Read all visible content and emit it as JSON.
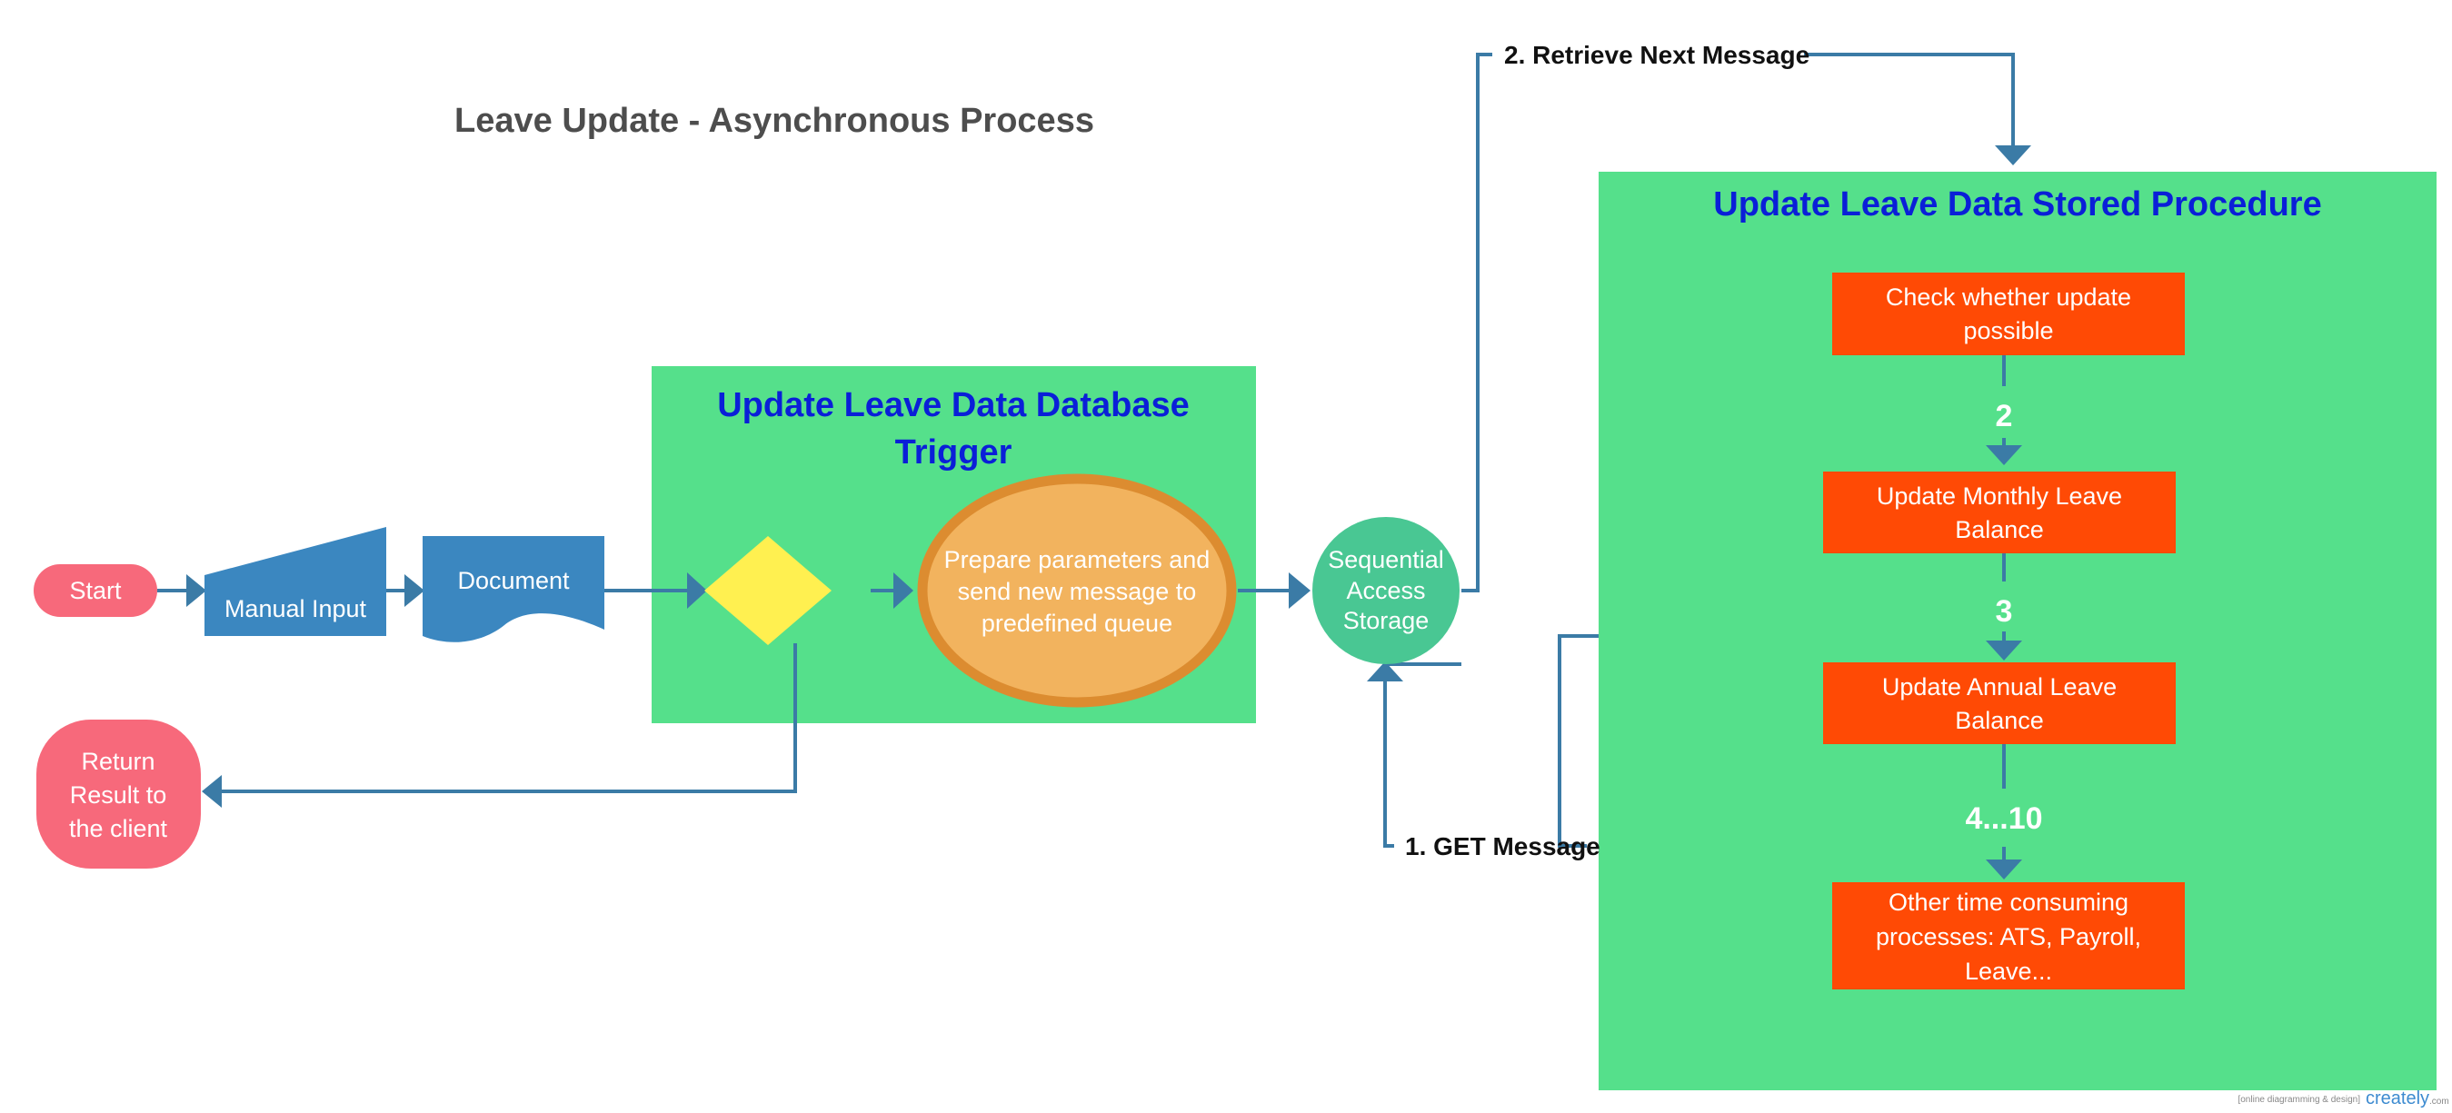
{
  "title": "Leave Update - Asynchronous Process",
  "groups": {
    "trigger": {
      "title_line1": "Update Leave Data Database",
      "title_line2": "Trigger"
    },
    "procedure": {
      "title": "Update Leave Data Stored Procedure"
    }
  },
  "nodes": {
    "start": "Start",
    "manual_input": "Manual Input",
    "document": "Document",
    "prepare": [
      "Prepare parameters and",
      "send new message  to",
      "predefined queue"
    ],
    "storage": [
      "Sequential",
      "Access",
      "Storage"
    ],
    "return_result": [
      "Return",
      "Result to",
      "the client"
    ],
    "check": [
      "Check whether update",
      "possible"
    ],
    "monthly": [
      "Update Monthly Leave",
      "Balance"
    ],
    "annual": [
      "Update Annual Leave",
      "Balance"
    ],
    "other": [
      "Other time consuming",
      "processes: ATS, Payroll,",
      "Leave..."
    ]
  },
  "steps": {
    "s2": "2",
    "s3": "3",
    "s4": "4...10"
  },
  "edges": {
    "retrieve": "2. Retrieve Next Message",
    "get": "1. GET Message"
  },
  "branding": {
    "tagline": "[online diagramming & design]",
    "name": "creately",
    "suffix": ".com"
  },
  "colors": {
    "group_green": "#55e08b",
    "process_orange": "#ff4a05",
    "terminal_pink": "#f7697b",
    "flow_blue": "#3b87c0",
    "decision_yellow": "#fff050",
    "ellipse_fill": "#f2b35e",
    "ellipse_border": "#dc8c30",
    "storage_green": "#49c793",
    "connector_blue": "#3b7ba6",
    "group_title_blue": "#0a1fd8"
  }
}
